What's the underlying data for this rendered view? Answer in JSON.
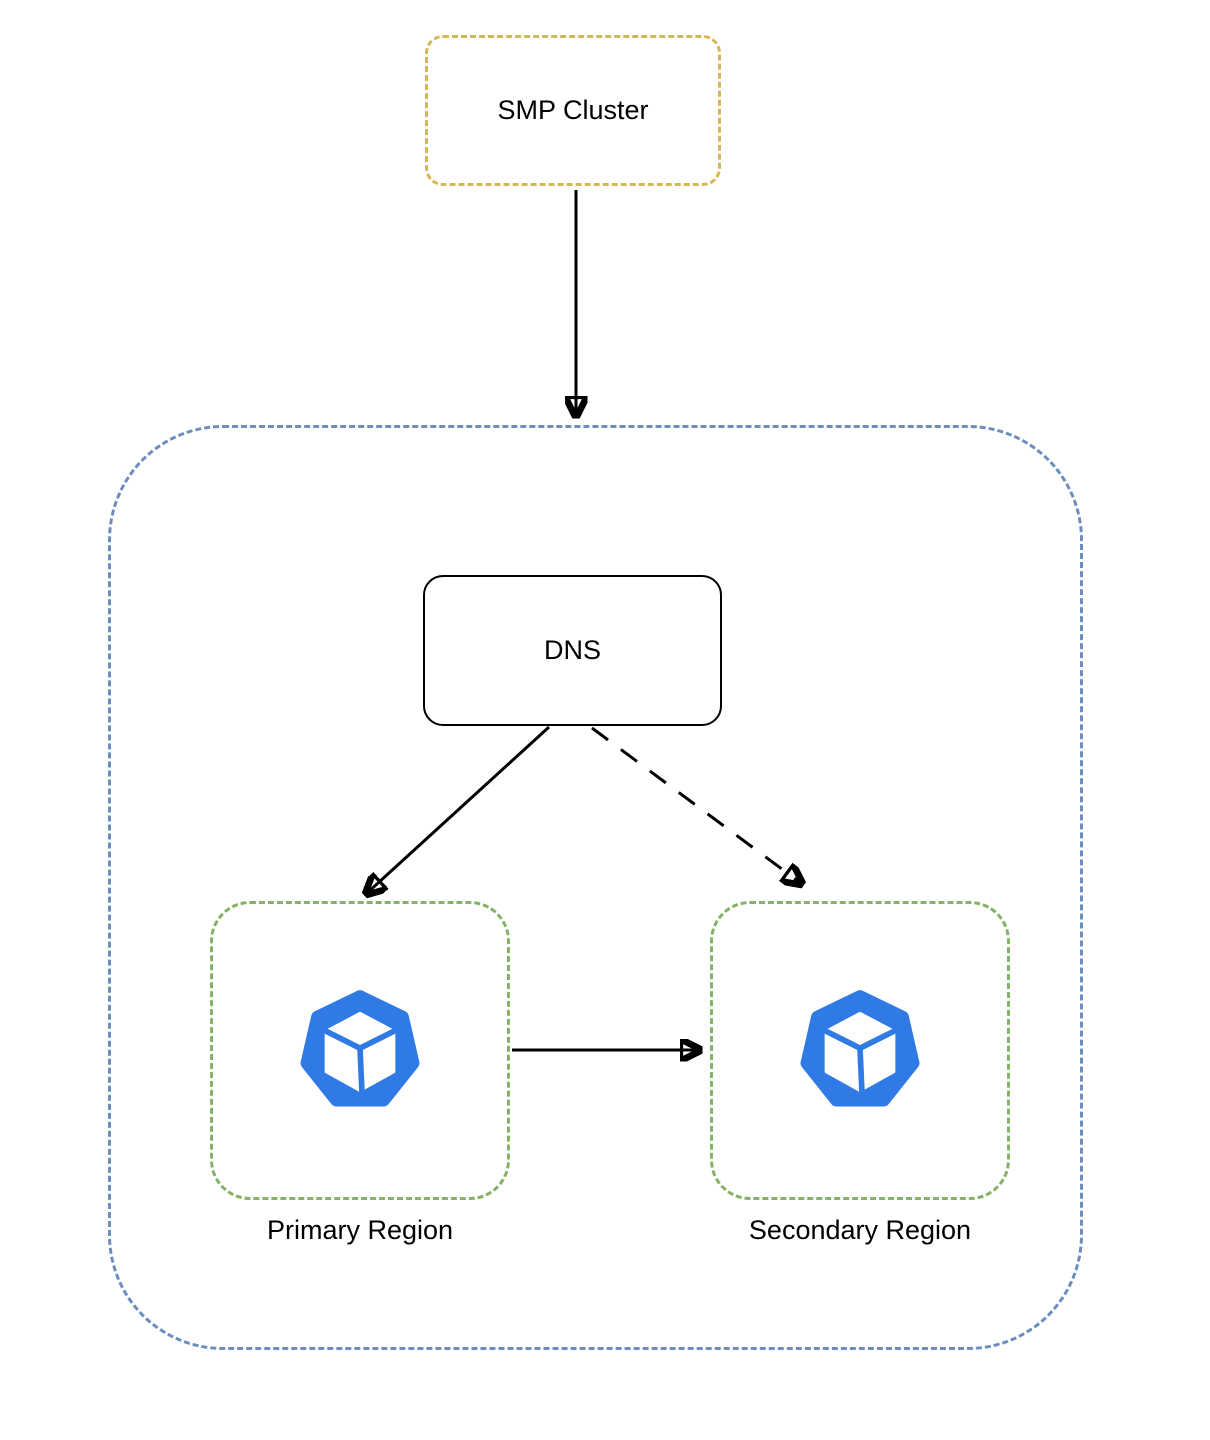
{
  "diagram": {
    "nodes": {
      "smp_cluster": {
        "label": "SMP Cluster"
      },
      "dns": {
        "label": "DNS"
      },
      "primary_region": {
        "label": "Primary Region"
      },
      "secondary_region": {
        "label": "Secondary Region"
      }
    },
    "edges": [
      {
        "from": "smp_cluster",
        "to": "region_container",
        "style": "solid",
        "arrowhead": "filled-triangle"
      },
      {
        "from": "dns",
        "to": "primary_region",
        "style": "solid",
        "arrowhead": "filled-triangle"
      },
      {
        "from": "dns",
        "to": "secondary_region",
        "style": "dashed",
        "arrowhead": "filled-triangle"
      },
      {
        "from": "primary_region",
        "to": "secondary_region",
        "style": "solid",
        "arrowhead": "filled-triangle"
      }
    ],
    "icons": {
      "primary_region": "blue-heptagon-cube-icon",
      "secondary_region": "blue-heptagon-cube-icon"
    },
    "colors": {
      "smp_border": "#D6B656",
      "container_border": "#6C8EBF",
      "region_border": "#82B366",
      "node_border": "#000000",
      "arrow": "#000000",
      "icon_blue": "#2F7AE5"
    }
  }
}
